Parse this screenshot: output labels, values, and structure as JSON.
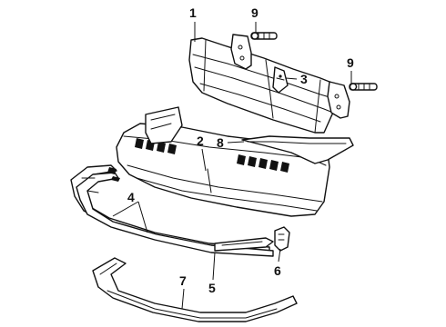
{
  "diagram": {
    "callouts": [
      {
        "id": "c1",
        "label": "1"
      },
      {
        "id": "c9a",
        "label": "9"
      },
      {
        "id": "c9b",
        "label": "9"
      },
      {
        "id": "c3",
        "label": "3"
      },
      {
        "id": "c8",
        "label": "8"
      },
      {
        "id": "c2",
        "label": "2"
      },
      {
        "id": "c4",
        "label": "4"
      },
      {
        "id": "c6",
        "label": "6"
      },
      {
        "id": "c5",
        "label": "5"
      },
      {
        "id": "c7",
        "label": "7"
      }
    ],
    "colors": {
      "line": "#111111",
      "background": "#ffffff"
    }
  }
}
